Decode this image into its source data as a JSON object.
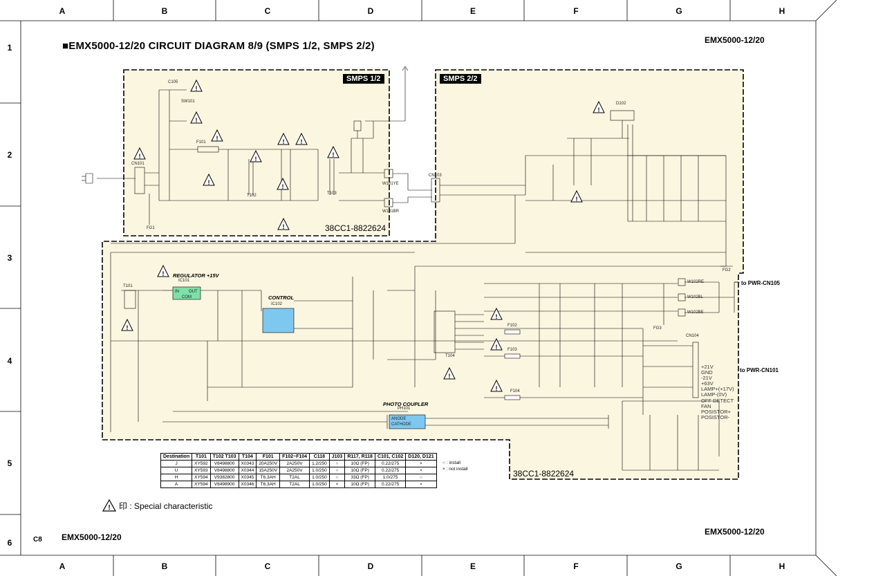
{
  "columns": [
    "A",
    "B",
    "C",
    "D",
    "E",
    "F",
    "G",
    "H"
  ],
  "rows": [
    "1",
    "2",
    "3",
    "4",
    "5",
    "6"
  ],
  "title": "■EMX5000-12/20 CIRCUIT DIAGRAM 8/9 (SMPS 1/2, SMPS 2/2)",
  "model_top_right": "EMX5000-12/20",
  "model_bottom_left": "EMX5000-12/20",
  "model_bottom_right": "EMX5000-12/20",
  "page_code": "C8",
  "boxes": {
    "smps1": "SMPS 1/2",
    "smps2": "SMPS 2/2",
    "part_no_1": "38CC1-8822624",
    "part_no_2": "38CC1-8822624"
  },
  "labels": {
    "regulator": "REGULATOR +15V",
    "control": "CONTROL",
    "photo_coupler": "PHOTO COUPLER",
    "to_cn105": "to PWR-CN105",
    "to_cn101": "to PWR-CN101",
    "ic101": "IC101",
    "ic102": "IC102",
    "ph101": "PH101",
    "t101": "T101",
    "t102": "T102",
    "t103": "T103",
    "t104": "T104",
    "f101": "F101",
    "f102": "F102",
    "f103": "F103",
    "f104": "F104",
    "cn101": "CN101",
    "cn103": "CN103",
    "cn104": "CN104",
    "d102": "D102",
    "sw101": "SW101",
    "c105": "C105",
    "w101ye": "W101YE",
    "w101br": "W101BR",
    "w102re": "W102RE",
    "w102bl": "W102BL",
    "w102be": "W102BE",
    "fg1": "FG1",
    "fg2": "FG2",
    "fg3": "FG3",
    "anode": "ANODE",
    "cathode": "CATHODE",
    "reg_in": "IN",
    "reg_out": "OUT",
    "reg_com": "COM"
  },
  "connector_pins": [
    "+21V",
    "GND",
    "-21V",
    "+63V",
    "LAMP+(+17V)",
    "LAMP-(0V)",
    "OFF DETECT",
    "FAN",
    "POSISTOR+",
    "POSISTOR-"
  ],
  "table": {
    "headers": [
      "Destination",
      "T101",
      "T102 T103",
      "T104",
      "F101",
      "F102~F104",
      "C118",
      "J103",
      "R117, R118",
      "C101, C102",
      "D120, D121"
    ],
    "rows": [
      [
        "J",
        "XY592",
        "V8498800",
        "X0343",
        "20A250V",
        "2A250V",
        "1.2/250",
        "○",
        "10Ω (FP)",
        "0.22/275",
        "×"
      ],
      [
        "U",
        "XY593",
        "V8498800",
        "X0344",
        "15A250V",
        "2A250V",
        "1.0/250",
        "○",
        "10Ω (FP)",
        "0.22/275",
        "×"
      ],
      [
        "H",
        "XY594",
        "V9382800",
        "X0345",
        "T6.3AH",
        "T2AL",
        "1.0/250",
        "○",
        "33Ω (FP)",
        "1.0/275",
        "○"
      ],
      [
        "A",
        "XY594",
        "V8498900",
        "X0346",
        "T6.3AH",
        "T2AL",
        "1.0/250",
        "×",
        "10Ω (FP)",
        "0.22/275",
        "×"
      ]
    ]
  },
  "legend": {
    "install": "○ : install",
    "not_install": "× : not install"
  },
  "special_note": "印 : Special characteristic"
}
